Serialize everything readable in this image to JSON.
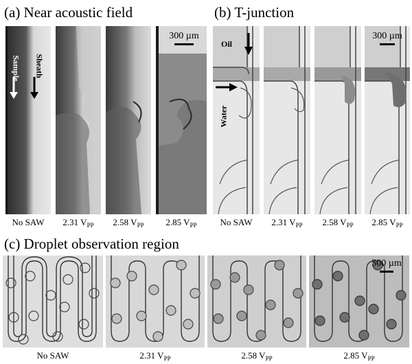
{
  "panel_a": {
    "title": "(a) Near acoustic field",
    "labels": {
      "sample": "Sample",
      "sheath": "Sheath"
    },
    "scale_bar": "300 µm",
    "conditions": [
      {
        "main": "No SAW",
        "sub": ""
      },
      {
        "main": "2.31 V",
        "sub": "PP"
      },
      {
        "main": "2.58 V",
        "sub": "PP"
      },
      {
        "main": "2.85 V",
        "sub": "PP"
      }
    ]
  },
  "panel_b": {
    "title": "(b) T-junction",
    "labels": {
      "oil": "Oil",
      "water": "Water"
    },
    "scale_bar": "300 µm",
    "conditions": [
      {
        "main": "No SAW",
        "sub": ""
      },
      {
        "main": "2.31 V",
        "sub": "PP"
      },
      {
        "main": "2.58 V",
        "sub": "PP"
      },
      {
        "main": "2.85 V",
        "sub": "PP"
      }
    ]
  },
  "panel_c": {
    "title": "(c) Droplet observation region",
    "scale_bar": "500 µm",
    "conditions": [
      {
        "main": "No SAW",
        "sub": ""
      },
      {
        "main": "2.31 V",
        "sub": "PP"
      },
      {
        "main": "2.58 V",
        "sub": "PP"
      },
      {
        "main": "2.85 V",
        "sub": "PP"
      }
    ]
  }
}
